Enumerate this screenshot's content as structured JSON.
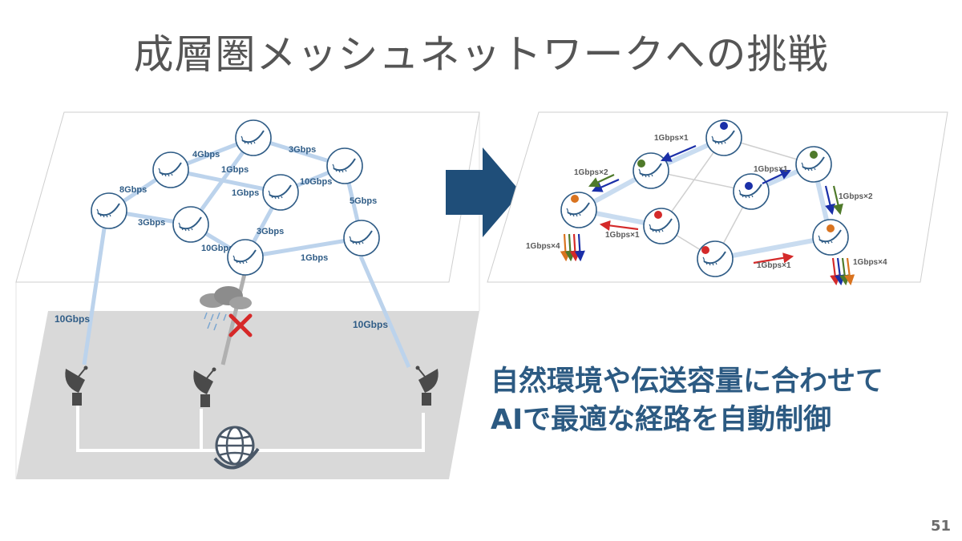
{
  "title": "成層圏メッシュネットワークへの挑戦",
  "page_number": "51",
  "tagline": {
    "line1": "自然環境や伝送容量に合わせて",
    "line2": "AIで最適な経路を自動制御"
  },
  "left_network": {
    "link_labels": [
      "4Gbps",
      "3Gbps",
      "8Gbps",
      "1Gbps",
      "10Gbps",
      "1Gbps",
      "5Gbps",
      "3Gbps",
      "3Gbps",
      "10Gbps",
      "1Gbps"
    ],
    "ground_labels": [
      "10Gbps",
      "10Gbps"
    ]
  },
  "right_network": {
    "flow_labels": [
      "1Gbps×1",
      "1Gbps×2",
      "1Gbps×1",
      "1Gbps×2",
      "1Gbps×1",
      "1Gbps×4",
      "1Gbps×1",
      "1Gbps×4"
    ]
  },
  "colors": {
    "accent_blue": "#2c5a82",
    "arrow_blue": "#1f4e79",
    "flow_blue": "#1a2fa8",
    "flow_green": "#4f7a2a",
    "flow_red": "#d42a2a",
    "flow_orange": "#d9731f",
    "ground_gray": "#d9d9d9"
  }
}
